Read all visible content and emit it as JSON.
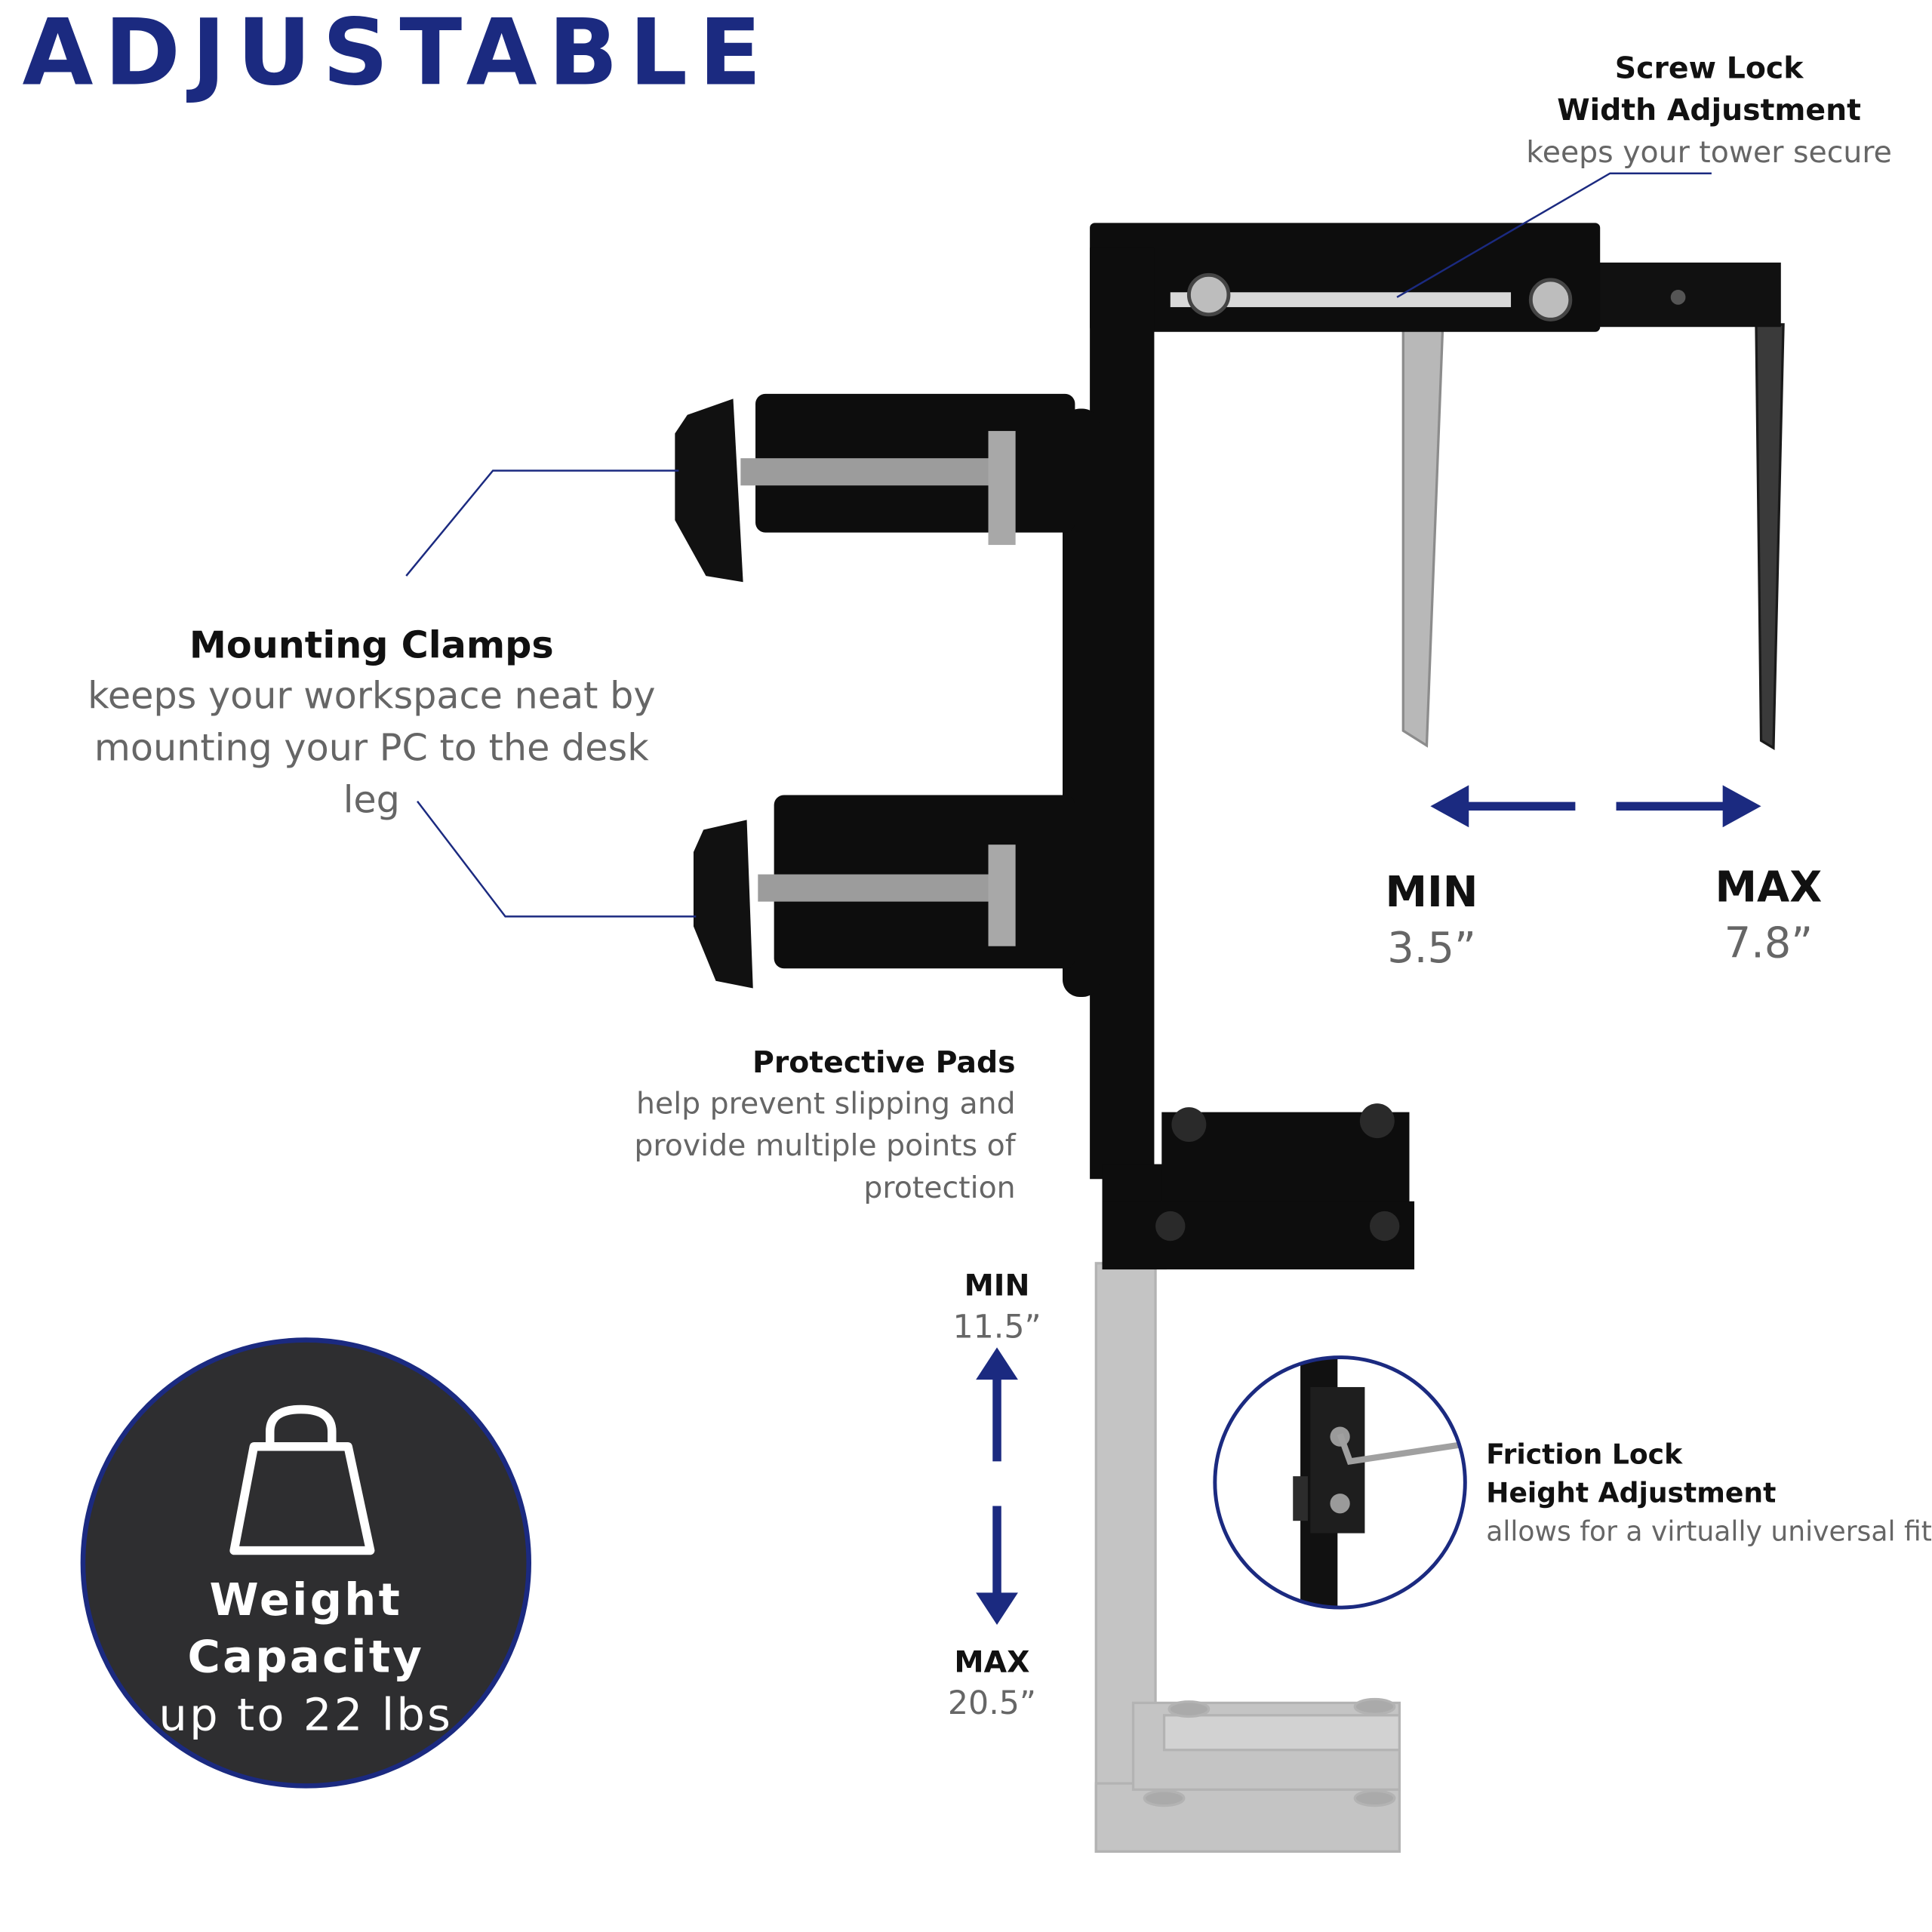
{
  "title": "ADJUSTABLE",
  "colors": {
    "accent": "#1b2a80",
    "bracket": "#0d0d0d",
    "ghost": "#bcbcbc",
    "badge": "#2e2e30",
    "text_dark": "#111111",
    "text_light": "#666666"
  },
  "screw_lock": {
    "title_line1": "Screw Lock",
    "title_line2": "Width Adjustment",
    "desc": "keeps your tower secure"
  },
  "mounting_clamps": {
    "title": "Mounting Clamps",
    "desc_line1": "keeps your workspace neat by",
    "desc_line2": "mounting your PC to the desk leg"
  },
  "width": {
    "min_label": "MIN",
    "min_value": "3.5”",
    "max_label": "MAX",
    "max_value": "7.8”"
  },
  "protective_pads": {
    "title": "Protective Pads",
    "desc_line1": "help prevent slipping and",
    "desc_line2": "provide multiple points of",
    "desc_line3": "protection"
  },
  "height": {
    "min_label": "MIN",
    "min_value": "11.5”",
    "max_label": "MAX",
    "max_value": "20.5”"
  },
  "friction_lock": {
    "title_line1": "Friction Lock",
    "title_line2": "Height Adjustment",
    "desc": "allows for a virtually universal fit"
  },
  "weight_badge": {
    "icon": "weight-icon",
    "title": "Weight Capacity",
    "value": "up to 22 lbs"
  }
}
